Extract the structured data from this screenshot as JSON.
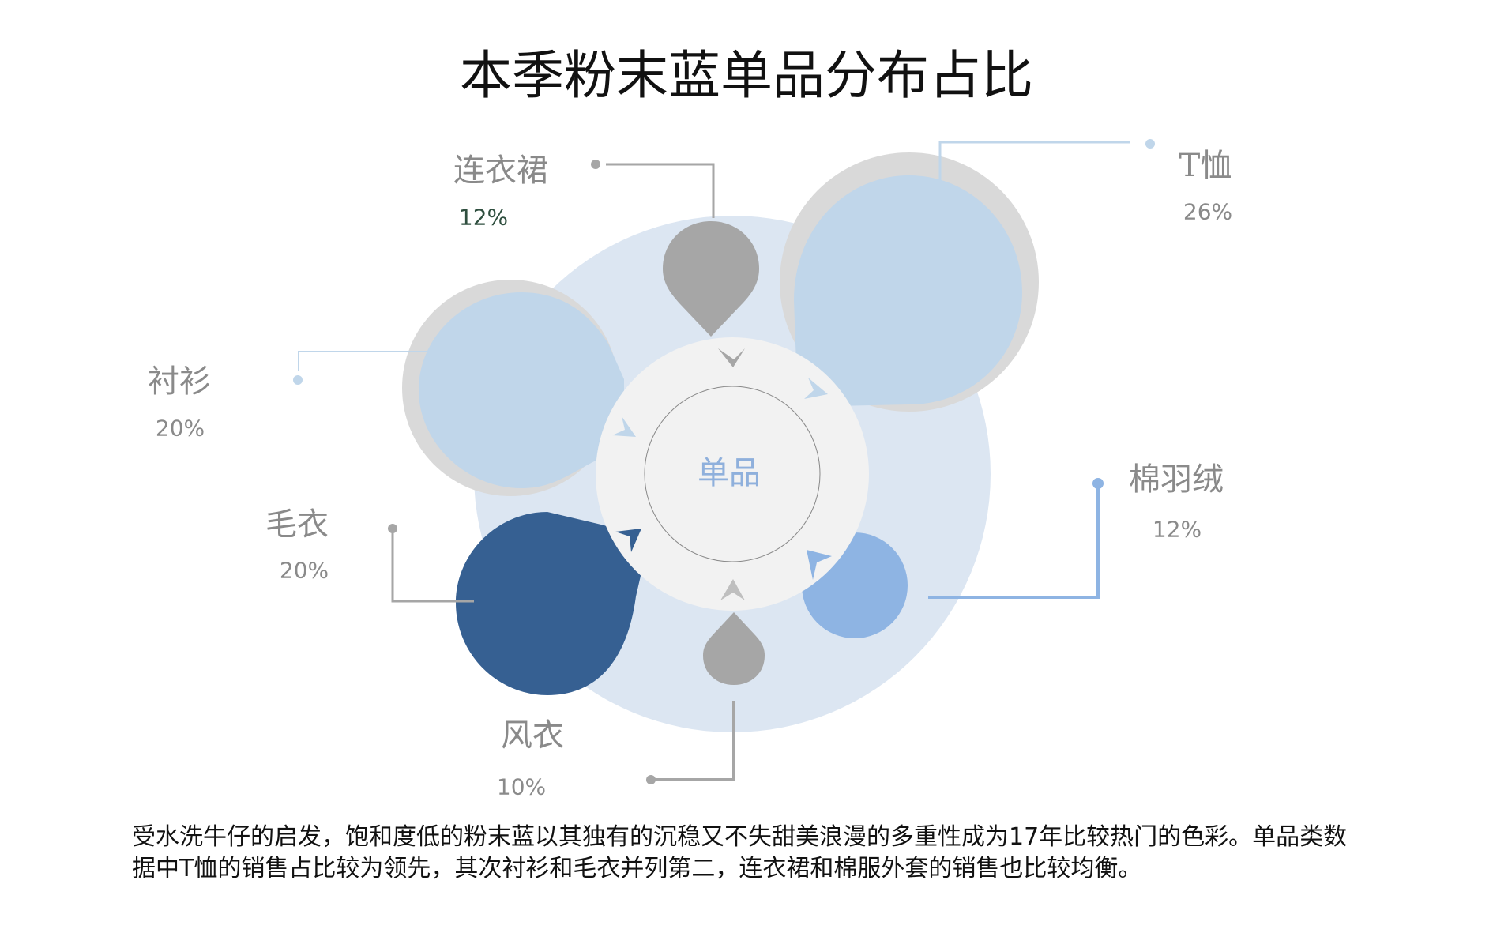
{
  "title": "本季粉末蓝单品分布占比",
  "center_label": "单品",
  "colors": {
    "light_bg": "#dce6f2",
    "light_blue": "#c0d6ea",
    "shadow_gray": "#d9d9d9",
    "gray": "#a6a6a6",
    "dark_blue": "#366092",
    "mid_blue": "#8eb4e3",
    "inner": "#f2f2f2",
    "pct_dark": "#2f4f3f"
  },
  "items": [
    {
      "name": "连衣裙",
      "percent": "12%",
      "value": 12
    },
    {
      "name": "T恤",
      "percent": "26%",
      "value": 26
    },
    {
      "name": "衬衫",
      "percent": "20%",
      "value": 20
    },
    {
      "name": "毛衣",
      "percent": "20%",
      "value": 20
    },
    {
      "name": "棉羽绒",
      "percent": "12%",
      "value": 12
    },
    {
      "name": "风衣",
      "percent": "10%",
      "value": 10
    }
  ],
  "description": "受水洗牛仔的启发，饱和度低的粉末蓝以其独有的沉稳又不失甜美浪漫的多重性成为17年比较热门的色彩。单品类数据中T恤的销售占比较为领先，其次衬衫和毛衣并列第二，连衣裙和棉服外套的销售也比较均衡。"
}
